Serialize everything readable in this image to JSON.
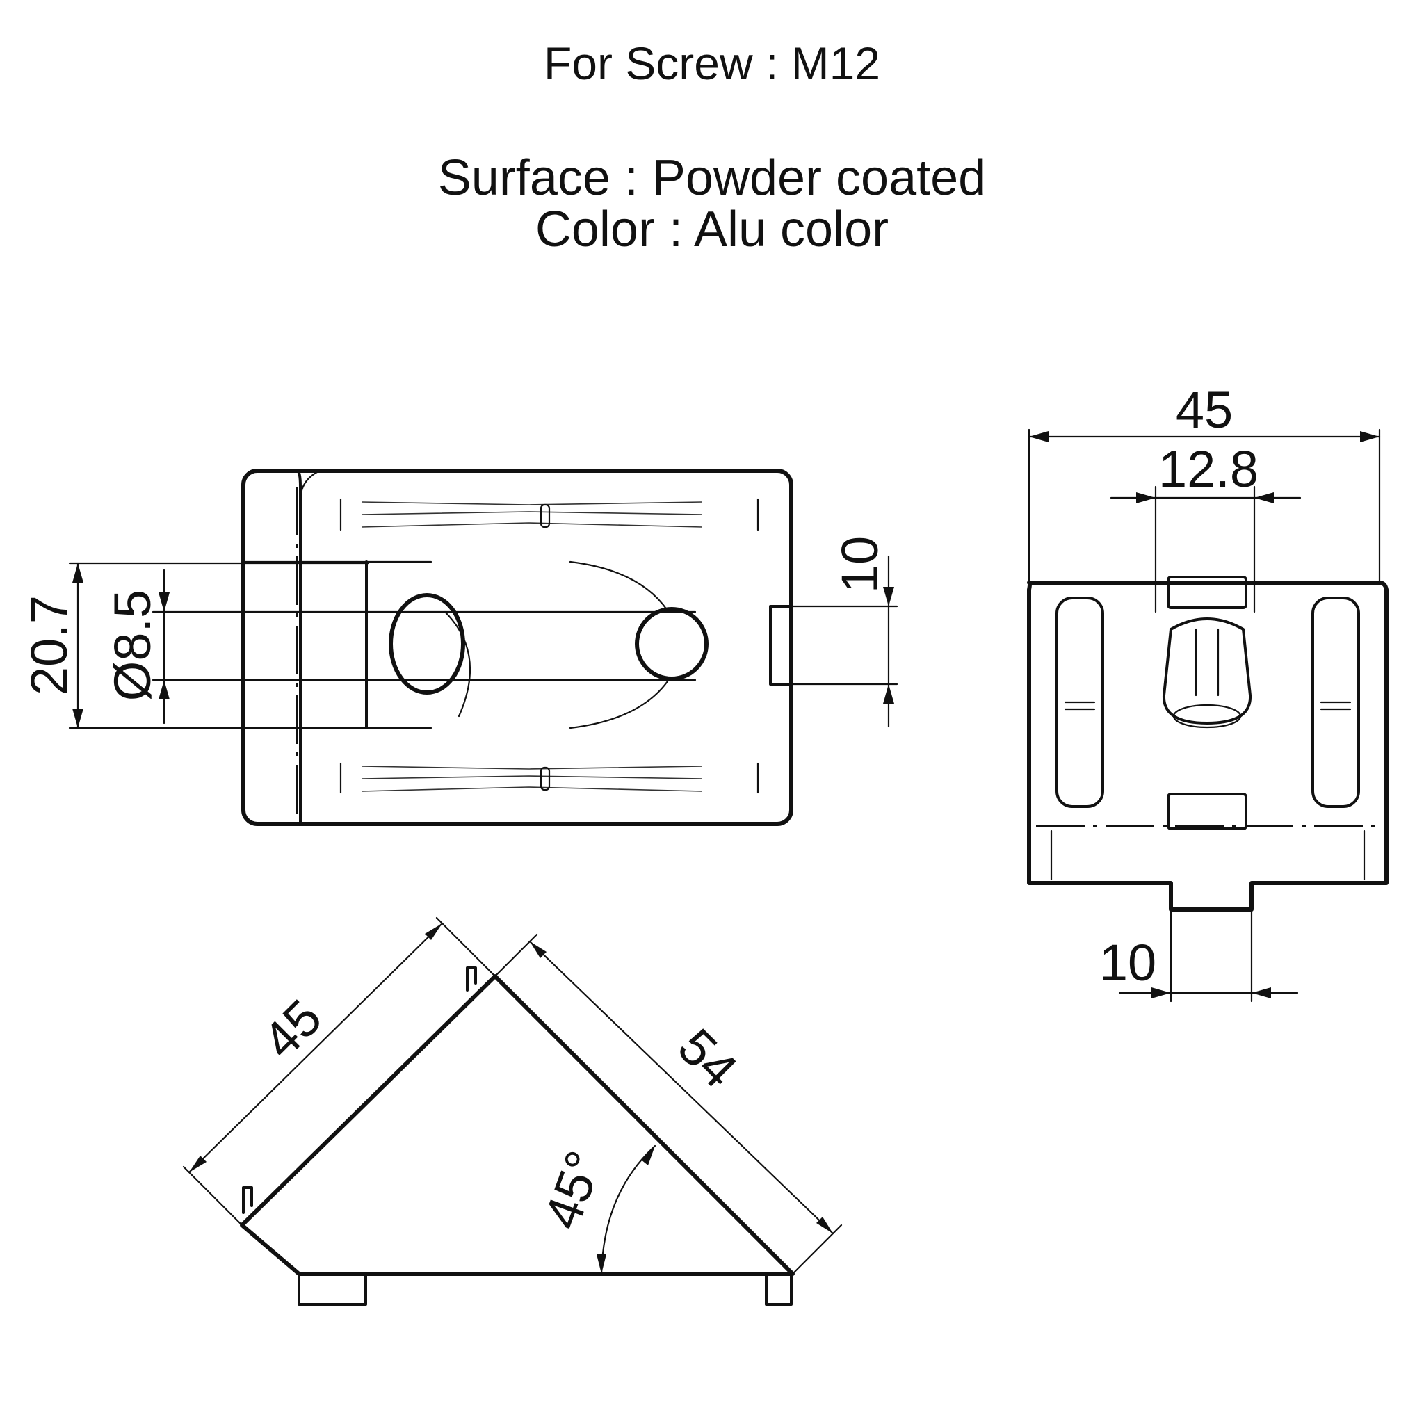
{
  "header": {
    "screw": "For Screw : M12",
    "surface": "Surface : Powder coated",
    "color": "Color : Alu color"
  },
  "dimensions": {
    "slot_spacing": "20.7",
    "hole_diameter": "Ø8.5",
    "key_width_top_view": "10",
    "overall_width": "45",
    "bore_width": "12.8",
    "key_width_end_view": "10",
    "leg_length": "45",
    "hypotenuse_length": "54",
    "angle": "45°"
  }
}
